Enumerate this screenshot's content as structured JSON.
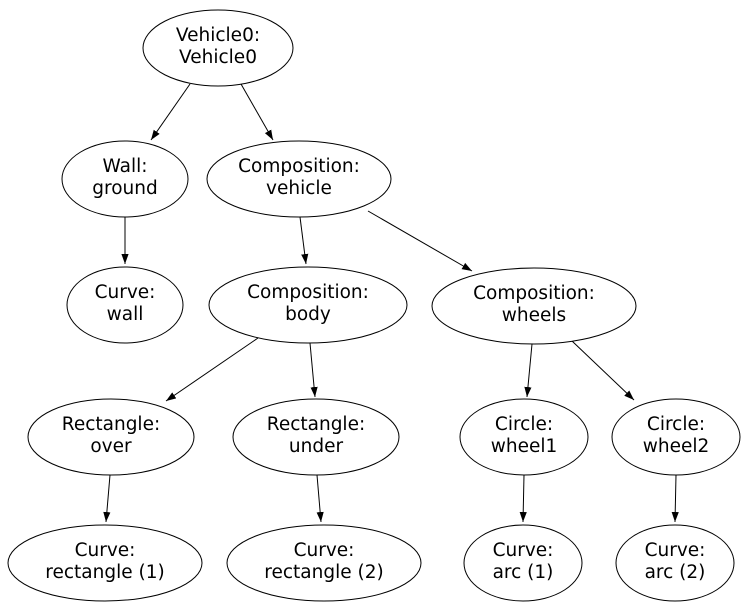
{
  "diagram": {
    "title": "Vehicle0 scene-graph tree",
    "background_color": "#ffffff",
    "node_fill_color": "#ffffff",
    "node_stroke_color": "#000000",
    "text_color": "#000000",
    "nodes": [
      {
        "id": "vehicle0",
        "line1": "Vehicle0:",
        "line2": "Vehicle0"
      },
      {
        "id": "wall-ground",
        "line1": "Wall:",
        "line2": "ground"
      },
      {
        "id": "composition-vehicle",
        "line1": "Composition:",
        "line2": "vehicle"
      },
      {
        "id": "curve-wall",
        "line1": "Curve:",
        "line2": "wall"
      },
      {
        "id": "composition-body",
        "line1": "Composition:",
        "line2": "body"
      },
      {
        "id": "composition-wheels",
        "line1": "Composition:",
        "line2": "wheels"
      },
      {
        "id": "rectangle-over",
        "line1": "Rectangle:",
        "line2": "over"
      },
      {
        "id": "rectangle-under",
        "line1": "Rectangle:",
        "line2": "under"
      },
      {
        "id": "circle-wheel1",
        "line1": "Circle:",
        "line2": "wheel1"
      },
      {
        "id": "circle-wheel2",
        "line1": "Circle:",
        "line2": "wheel2"
      },
      {
        "id": "curve-rectangle-1",
        "line1": "Curve:",
        "line2": "rectangle (1)"
      },
      {
        "id": "curve-rectangle-2",
        "line1": "Curve:",
        "line2": "rectangle (2)"
      },
      {
        "id": "curve-arc-1",
        "line1": "Curve:",
        "line2": "arc (1)"
      },
      {
        "id": "curve-arc-2",
        "line1": "Curve:",
        "line2": "arc (2)"
      }
    ],
    "edges": [
      {
        "from": "vehicle0",
        "to": "wall-ground"
      },
      {
        "from": "vehicle0",
        "to": "composition-vehicle"
      },
      {
        "from": "wall-ground",
        "to": "curve-wall"
      },
      {
        "from": "composition-vehicle",
        "to": "composition-body"
      },
      {
        "from": "composition-vehicle",
        "to": "composition-wheels"
      },
      {
        "from": "composition-body",
        "to": "rectangle-over"
      },
      {
        "from": "composition-body",
        "to": "rectangle-under"
      },
      {
        "from": "composition-wheels",
        "to": "circle-wheel1"
      },
      {
        "from": "composition-wheels",
        "to": "circle-wheel2"
      },
      {
        "from": "rectangle-over",
        "to": "curve-rectangle-1"
      },
      {
        "from": "rectangle-under",
        "to": "curve-rectangle-2"
      },
      {
        "from": "circle-wheel1",
        "to": "curve-arc-1"
      },
      {
        "from": "circle-wheel2",
        "to": "curve-arc-2"
      }
    ]
  }
}
